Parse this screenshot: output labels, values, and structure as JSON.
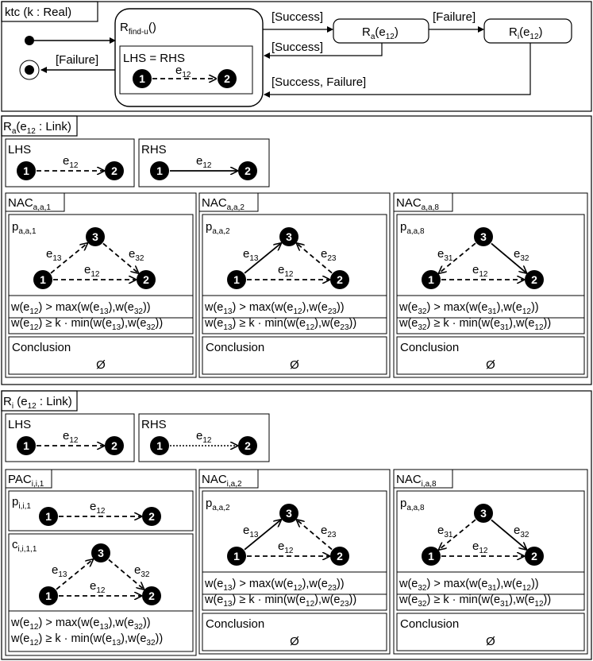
{
  "top": {
    "title": "ktc (k : Real)",
    "state_main": {
      "label": "R",
      "sub": "find-u",
      "suffix": "()",
      "inner_label": "LHS = RHS"
    },
    "state_ra": {
      "label": "R",
      "sub": "a",
      "suffix": "(e",
      "suffix_sub": "12",
      "close": ")"
    },
    "state_ri": {
      "label": "R",
      "sub": "i",
      "suffix": "(e",
      "suffix_sub": "12",
      "close": ")"
    },
    "transitions": {
      "main_to_ra": "[Success]",
      "ra_to_main": "[Success]",
      "ra_to_ri": "[Failure]",
      "ri_to_main": "[Success, Failure]",
      "main_to_final": "[Failure]"
    }
  },
  "sections": {
    "ra": {
      "title": "R",
      "title_sub": "a",
      "title_rest": "(e",
      "title_rest_sub": "12",
      "title_close": " : Link)"
    },
    "ri": {
      "title": "R",
      "title_sub": "i",
      "title_rest": " (e",
      "title_rest_sub": "12",
      "title_close": " : Link)"
    }
  },
  "labels": {
    "lhs": "LHS",
    "rhs": "RHS",
    "conclusion": "Conclusion",
    "empty_set": "Ø",
    "node1": "1",
    "node2": "2",
    "node3": "3",
    "e": "e",
    "s12": "12",
    "s13": "13",
    "s23": "23",
    "s31": "31",
    "s32": "32"
  },
  "boxes": {
    "nac_aa1": {
      "title": "NAC",
      "sub": "a,a,1",
      "pattern": "p",
      "pattern_sub": "a,a,1"
    },
    "nac_aa2": {
      "title": "NAC",
      "sub": "a,a,2",
      "pattern": "p",
      "pattern_sub": "a,a,2"
    },
    "nac_aa8": {
      "title": "NAC",
      "sub": "a,a,8",
      "pattern": "p",
      "pattern_sub": "a,a,8"
    },
    "pac_ii1": {
      "title": "PAC",
      "sub": "i,i,1",
      "pattern": "p",
      "pattern_sub": "i,i,1",
      "cond": "c",
      "cond_sub": "i,i,1,1"
    },
    "nac_ia2": {
      "title": "NAC",
      "sub": "i,a,2",
      "pattern": "p",
      "pattern_sub": "a,a,2"
    },
    "nac_ia8": {
      "title": "NAC",
      "sub": "i,a,8",
      "pattern": "p",
      "pattern_sub": "a,a,8"
    }
  },
  "conditions": {
    "w": "w(e",
    "gt_max": ") > max(w(e",
    "comma_w": "),w(e",
    "close2": "))",
    "ge_k": ") ≥ k · min(w(e"
  }
}
